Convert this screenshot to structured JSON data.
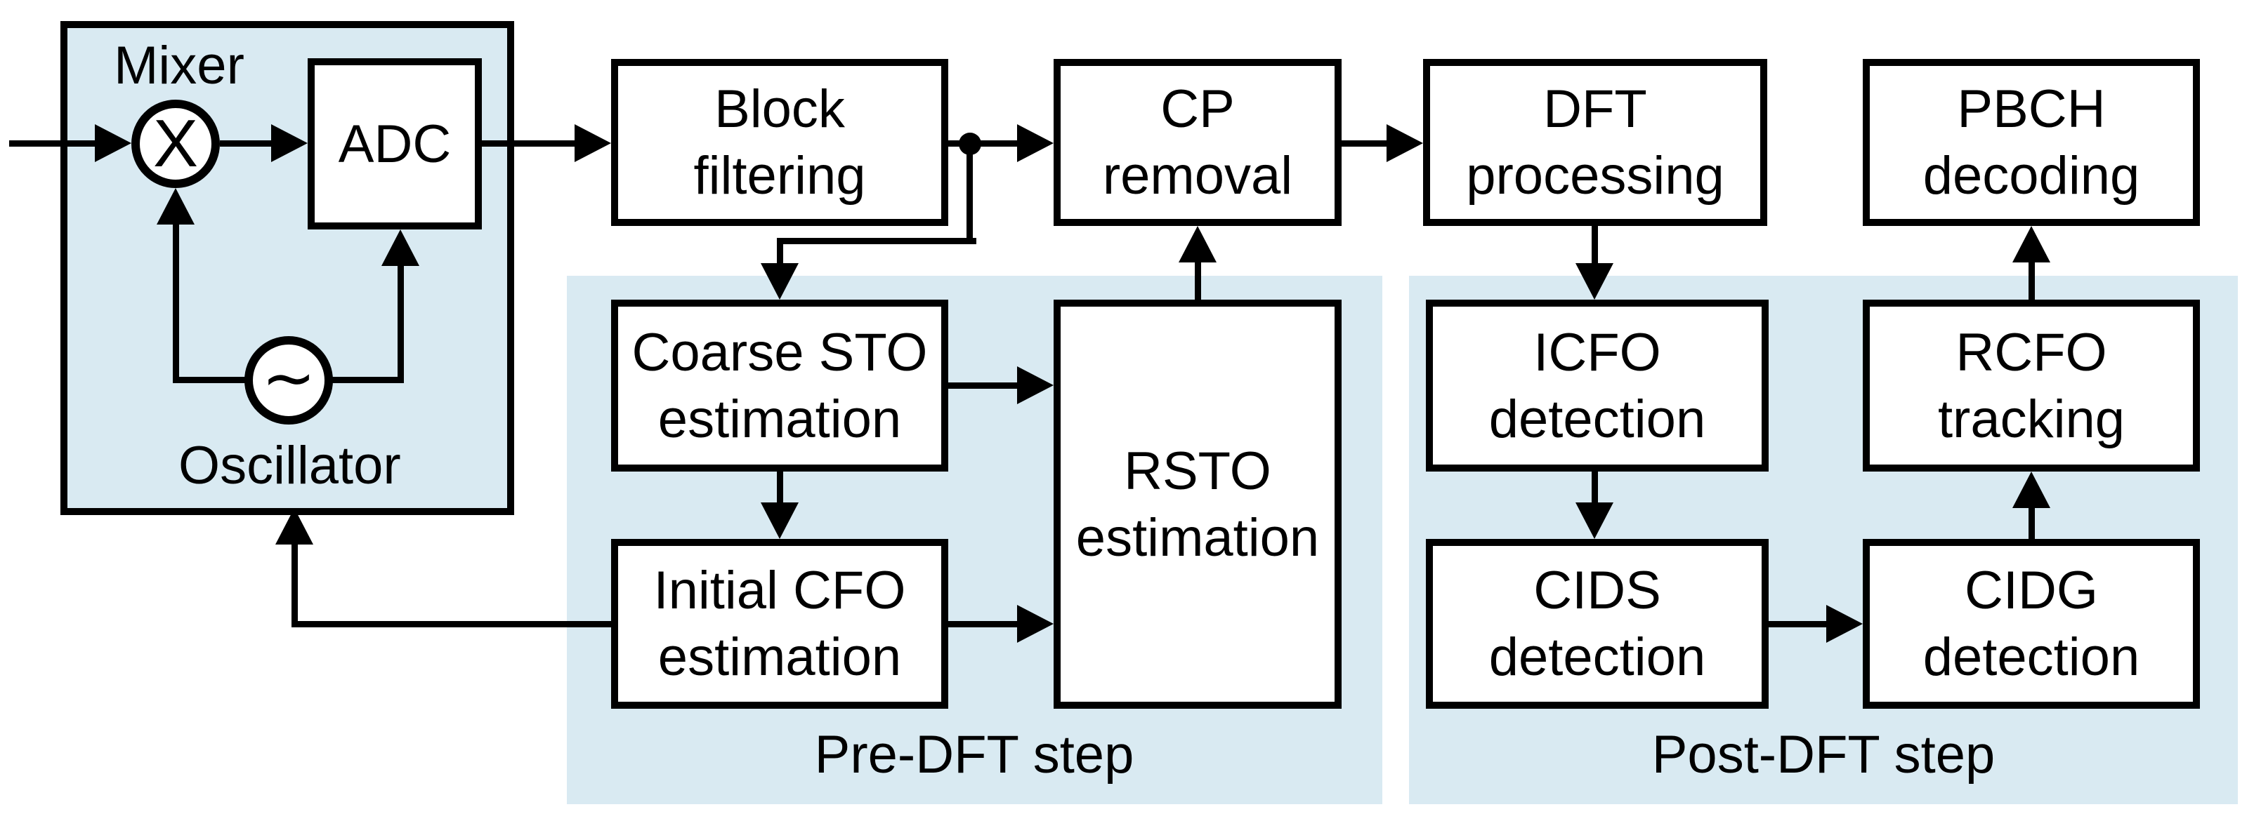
{
  "diagram": {
    "front_end": {
      "mixer_label": "Mixer",
      "mixer_symbol": "X",
      "adc_label": "ADC",
      "oscillator_symbol": "∼",
      "oscillator_label": "Oscillator"
    },
    "chain": {
      "block_filtering": "Block\nfiltering",
      "cp_removal": "CP\nremoval",
      "dft_processing": "DFT\nprocessing",
      "pbch_decoding": "PBCH\ndecoding"
    },
    "pre_dft": {
      "region_label": "Pre-DFT step",
      "coarse_sto": "Coarse STO\nestimation",
      "initial_cfo": "Initial CFO\nestimation",
      "rsto": "RSTO\nestimation"
    },
    "post_dft": {
      "region_label": "Post-DFT step",
      "icfo": "ICFO\ndetection",
      "cids": "CIDS\ndetection",
      "rcfo": "RCFO\ntracking",
      "cidg": "CIDG\ndetection"
    },
    "colors": {
      "region_fill": "#d9eaf2",
      "box_fill": "#ffffff",
      "stroke": "#000000"
    }
  }
}
